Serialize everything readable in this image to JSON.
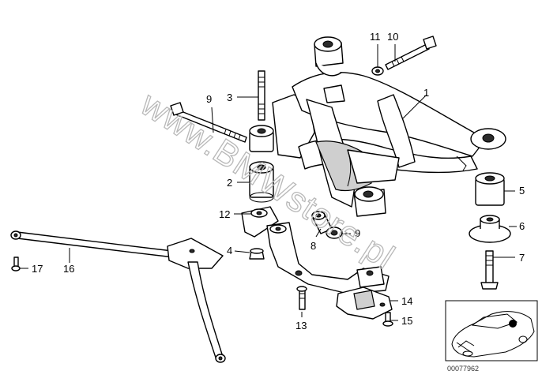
{
  "watermark": "www.BMWstore.pl",
  "document_id": "00077962",
  "callouts": [
    {
      "id": "c1",
      "text": "1"
    },
    {
      "id": "c2",
      "text": "2"
    },
    {
      "id": "c3",
      "text": "3"
    },
    {
      "id": "c4",
      "text": "4"
    },
    {
      "id": "c5",
      "text": "5"
    },
    {
      "id": "c6",
      "text": "6"
    },
    {
      "id": "c7",
      "text": "7"
    },
    {
      "id": "c8",
      "text": "8"
    },
    {
      "id": "c9a",
      "text": "9"
    },
    {
      "id": "c9b",
      "text": "9"
    },
    {
      "id": "c10",
      "text": "10"
    },
    {
      "id": "c11",
      "text": "11"
    },
    {
      "id": "c12",
      "text": "12"
    },
    {
      "id": "c13",
      "text": "13"
    },
    {
      "id": "c14",
      "text": "14"
    },
    {
      "id": "c15",
      "text": "15"
    },
    {
      "id": "c16",
      "text": "16"
    },
    {
      "id": "c17",
      "text": "17"
    }
  ]
}
